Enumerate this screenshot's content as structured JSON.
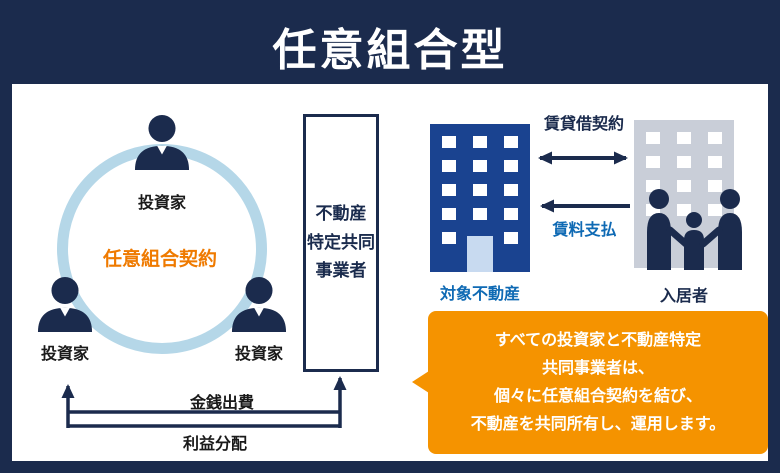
{
  "title": "任意組合型",
  "colors": {
    "navy": "#1b2b4d",
    "contract_orange": "#ef7a00",
    "callout_orange": "#f59300",
    "blue_text": "#0f6ab4",
    "light_blue_ring": "#b5d7e8",
    "building_blue": "#1a4390",
    "building_gray": "#c9ced8"
  },
  "partnership": {
    "contract_label": "任意組合契約",
    "investor_labels": [
      "投資家",
      "投資家",
      "投資家"
    ]
  },
  "operator": {
    "lines": [
      "不動産",
      "特定共同",
      "事業者"
    ]
  },
  "property": {
    "label": "対象不動産",
    "lease_label": "賃貸借契約",
    "rent_label": "賃料支払",
    "tenant_label": "入居者"
  },
  "flows": {
    "expense_label": "金銭出費",
    "profit_label": "利益分配"
  },
  "callout": {
    "lines": [
      "すべての投資家と不動産特定",
      "共同事業者は、",
      "個々に任意組合契約を結び、",
      "不動産を共同所有し、運用します。"
    ]
  }
}
